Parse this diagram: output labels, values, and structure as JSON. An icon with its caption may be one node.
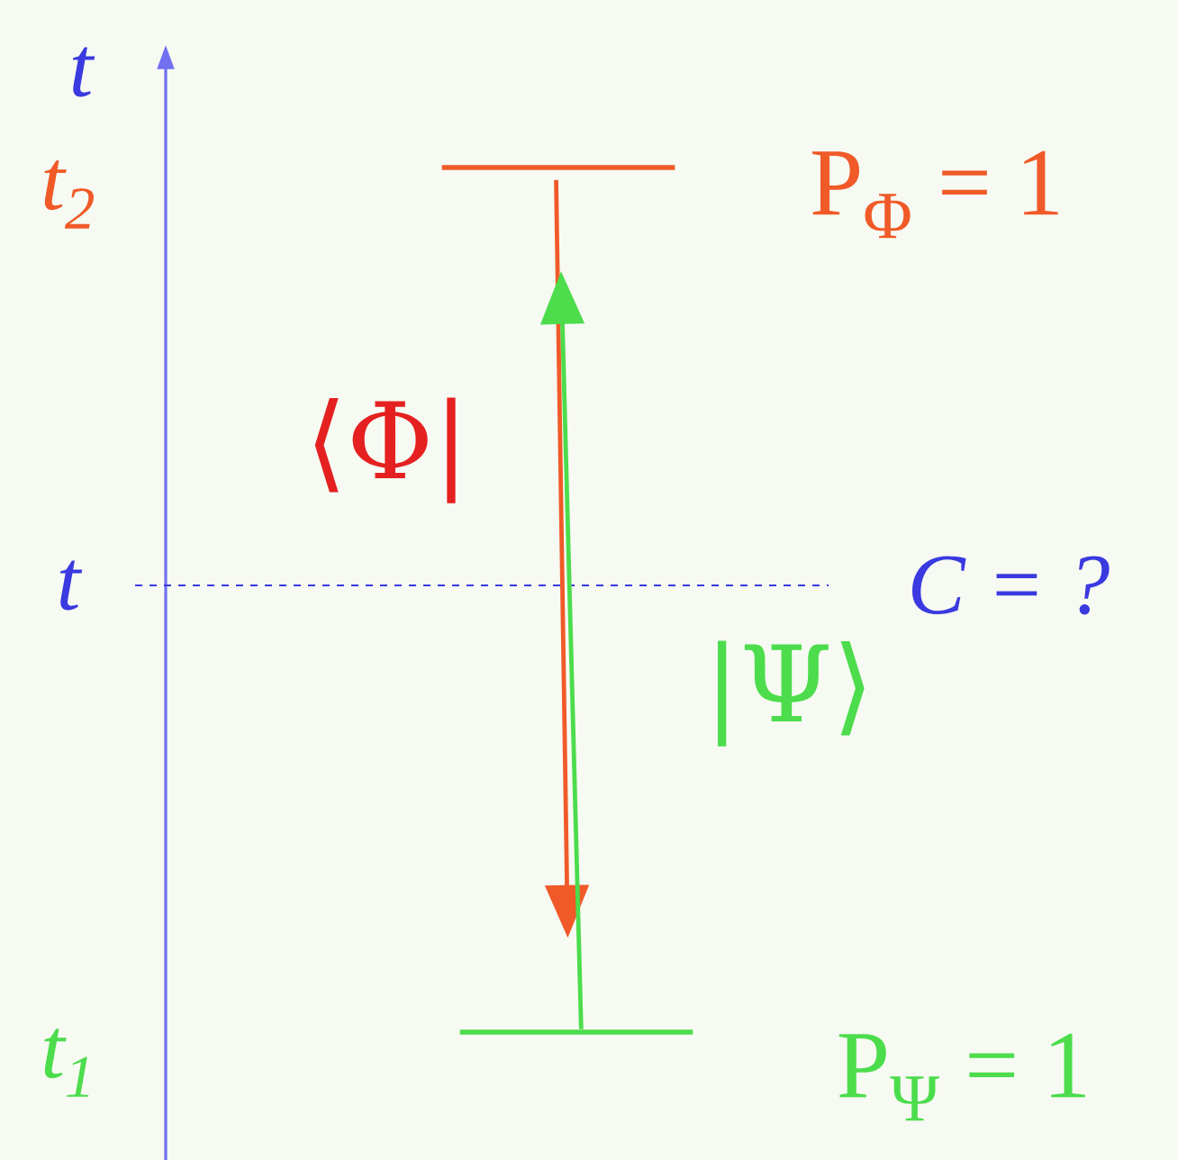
{
  "diagram": {
    "nodes": [
      {
        "text": [],
        "shape": "bar",
        "beside": [
          "P$_{Φ}$ = 1"
        ]
      },
      {
        "text": [],
        "shape": "bar",
        "beside": [
          "P$_{Ψ}$ = 1"
        ]
      }
    ],
    "edges": [
      {
        "from": 0,
        "to": 1,
        "arrow": "to",
        "label": "⟨Φ|",
        "color": "#f05a28"
      },
      {
        "from": 1,
        "to": 0,
        "arrow": "to",
        "label": "|Ψ⟩",
        "color": "#4cdc4c"
      }
    ],
    "labels": [
      "t",
      "t$_{2}$",
      "t",
      "C = ?",
      "t$_{1}$"
    ]
  }
}
